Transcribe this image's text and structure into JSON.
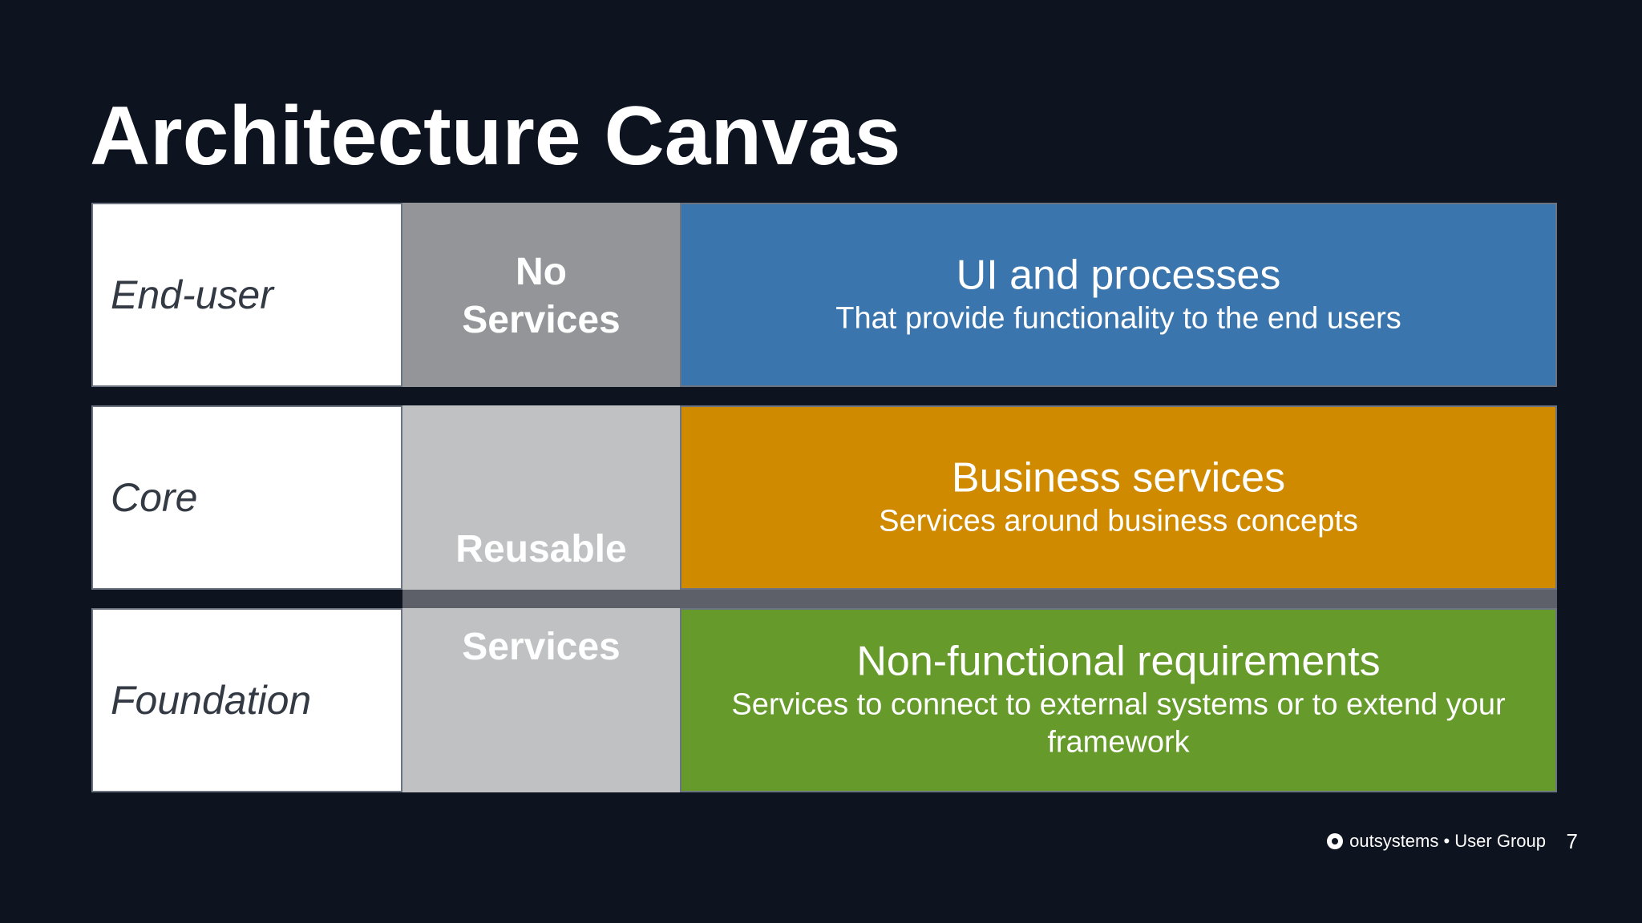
{
  "slide": {
    "title": "Architecture Canvas",
    "page_number": "7"
  },
  "layers": [
    {
      "label": "End-user",
      "heading": "UI and processes",
      "description": "That provide functionality to the end users",
      "color": "#3a75ad"
    },
    {
      "label": "Core",
      "heading": "Business services",
      "description": "Services around business concepts",
      "color": "#cf8a00"
    },
    {
      "label": "Foundation",
      "heading": "Non-functional requirements",
      "description": "Services to connect to external systems or to extend your framework",
      "color": "#669a2b"
    }
  ],
  "services_column": {
    "no_services_line1": "No",
    "no_services_line2": "Services",
    "reusable_line1": "Reusable",
    "reusable_line2": "Services"
  },
  "footer": {
    "brand": "outsystems • User Group",
    "logo_icon": "circle-logo-icon"
  }
}
